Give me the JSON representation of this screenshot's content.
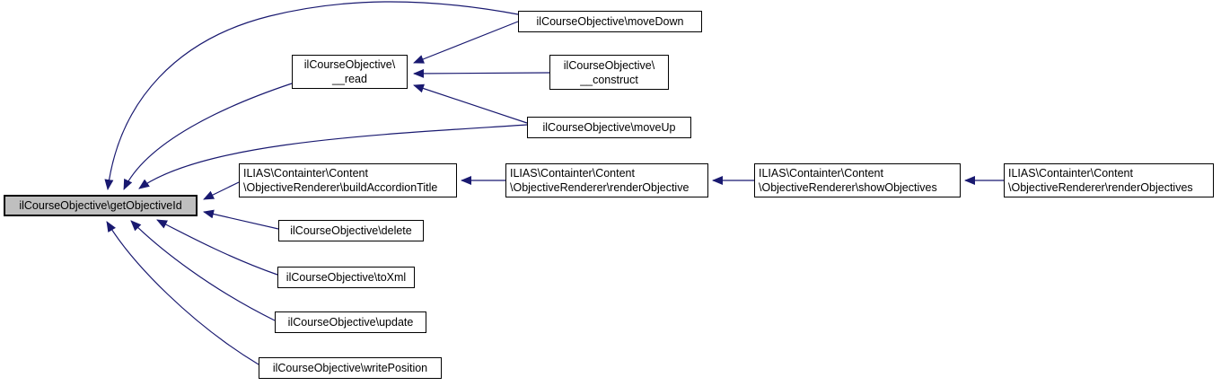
{
  "diagram": {
    "type": "call-graph",
    "background_color": "#ffffff",
    "edge_color": "#191970",
    "node_border_color": "#000000",
    "node_fill_color": "#ffffff",
    "highlight_fill_color": "#bfbfbf",
    "nodes": {
      "getObjectiveId": {
        "label": "ilCourseObjective\\getObjectiveId",
        "highlighted": true
      },
      "read": {
        "label": "ilCourseObjective\\\n__read",
        "highlighted": false
      },
      "moveDown": {
        "label": "ilCourseObjective\\moveDown",
        "highlighted": false
      },
      "construct": {
        "label": "ilCourseObjective\\\n__construct",
        "highlighted": false
      },
      "moveUp": {
        "label": "ilCourseObjective\\moveUp",
        "highlighted": false
      },
      "buildAccordionTitle": {
        "label": "ILIAS\\Containter\\Content\n\\ObjectiveRenderer\\buildAccordionTitle",
        "highlighted": false
      },
      "renderObjective": {
        "label": "ILIAS\\Containter\\Content\n\\ObjectiveRenderer\\renderObjective",
        "highlighted": false
      },
      "showObjectives": {
        "label": "ILIAS\\Containter\\Content\n\\ObjectiveRenderer\\showObjectives",
        "highlighted": false
      },
      "renderObjectives": {
        "label": "ILIAS\\Containter\\Content\n\\ObjectiveRenderer\\renderObjectives",
        "highlighted": false
      },
      "delete": {
        "label": "ilCourseObjective\\delete",
        "highlighted": false
      },
      "toXml": {
        "label": "ilCourseObjective\\toXml",
        "highlighted": false
      },
      "update": {
        "label": "ilCourseObjective\\update",
        "highlighted": false
      },
      "writePosition": {
        "label": "ilCourseObjective\\writePosition",
        "highlighted": false
      }
    },
    "edges": [
      {
        "from": "moveDown",
        "to": "read"
      },
      {
        "from": "construct",
        "to": "read"
      },
      {
        "from": "moveUp",
        "to": "read"
      },
      {
        "from": "moveDown",
        "to": "getObjectiveId"
      },
      {
        "from": "read",
        "to": "getObjectiveId"
      },
      {
        "from": "moveUp",
        "to": "getObjectiveId"
      },
      {
        "from": "buildAccordionTitle",
        "to": "getObjectiveId"
      },
      {
        "from": "delete",
        "to": "getObjectiveId"
      },
      {
        "from": "toXml",
        "to": "getObjectiveId"
      },
      {
        "from": "update",
        "to": "getObjectiveId"
      },
      {
        "from": "writePosition",
        "to": "getObjectiveId"
      },
      {
        "from": "renderObjective",
        "to": "buildAccordionTitle"
      },
      {
        "from": "showObjectives",
        "to": "renderObjective"
      },
      {
        "from": "renderObjectives",
        "to": "showObjectives"
      }
    ]
  }
}
